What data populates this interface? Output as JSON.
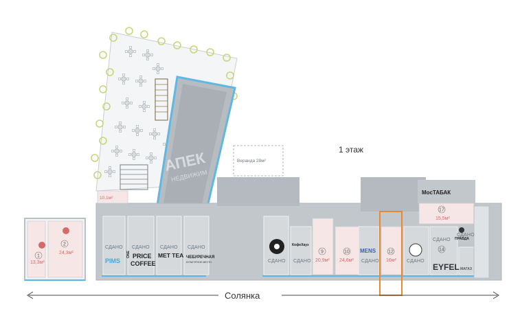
{
  "floor_title": "1 этаж",
  "street_name": "Солянка",
  "veranda_label": "Веранда 28м²",
  "watermark": {
    "line1": "АПЕК",
    "line2": "НЕДВИЖИМ"
  },
  "terrace_area": "10,1м²",
  "units": [
    {
      "number": "1",
      "area": "13,3м²"
    },
    {
      "number": "2",
      "area": "24,3м²"
    },
    {
      "number": "9",
      "area": "20,9м²"
    },
    {
      "number": "10",
      "area": "24,6м²"
    },
    {
      "number": "12",
      "area": "16м²"
    },
    {
      "number": "17",
      "area": "15,5м²"
    },
    {
      "number": "14",
      "area": ""
    }
  ],
  "status_rented": "СДАНО",
  "tenants": {
    "pims": "PIMS",
    "one_price_top": "ONE",
    "one_price_1": "PRICE",
    "one_price_2": "COFFEE",
    "met_tea": "MET TEA",
    "cheburechnaya": "ЧЕБУРЕЧНАЯ",
    "cheburechnaya_sub": "КУЛЬТУРНОЕ МЕСТО",
    "kofe_house": "КофеХауз",
    "mens": "MENS",
    "mostabak": "МосТАБАК",
    "pravda": "ПРАВДА",
    "eyfel": "EYFEL",
    "magazin": "МАГАЗ"
  },
  "colors": {
    "wall": "#b9bfc4",
    "glazing": "#5fb8e3",
    "highlight": "#e8892b",
    "tree": "#c7d67a",
    "area_text": "#d26b6b"
  }
}
